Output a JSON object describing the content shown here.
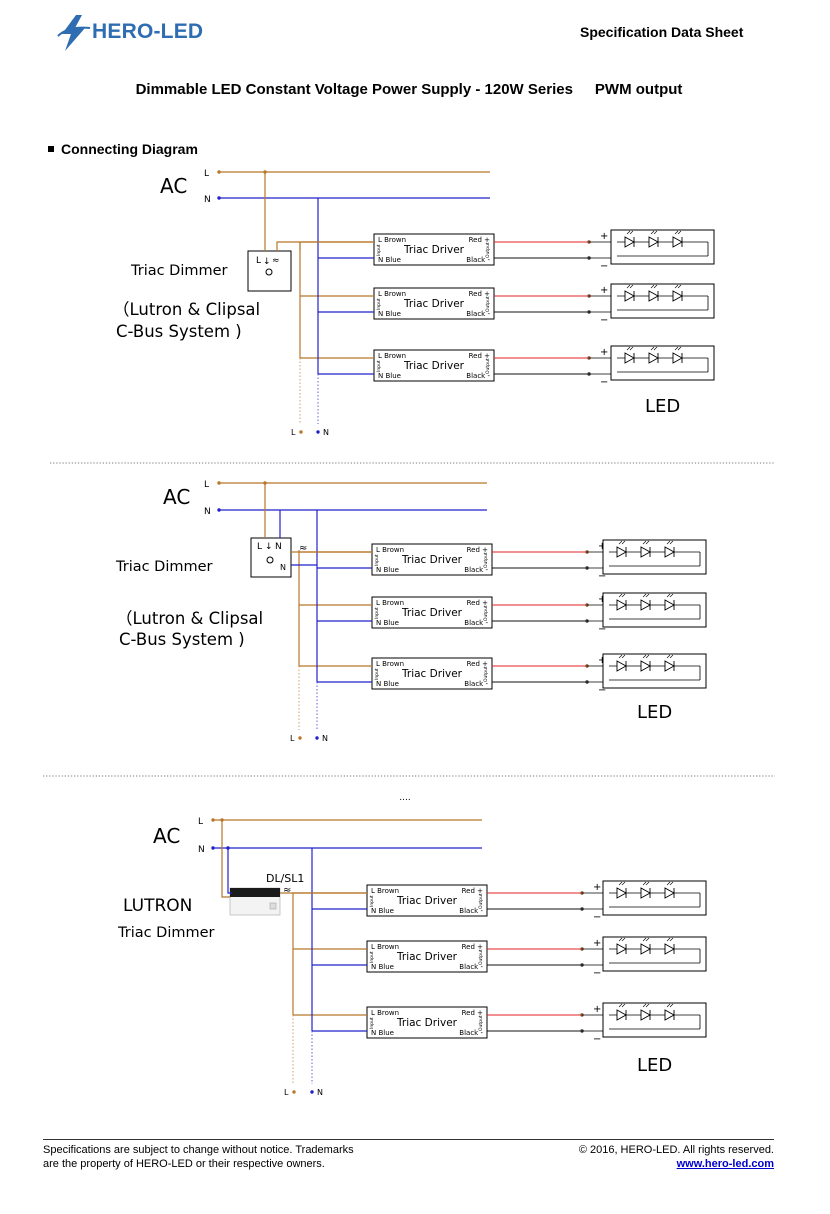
{
  "header": {
    "logo_text": "HERO-LED",
    "doc_type": "Specification Data Sheet"
  },
  "title": {
    "main": "Dimmable LED Constant Voltage Power Supply - 120W Series",
    "output": "PWM output"
  },
  "section": {
    "heading": "Connecting Diagram"
  },
  "labels": {
    "ac": "AC",
    "l": "L",
    "n": "N",
    "led": "LED",
    "triac_dimmer": "Triac Dimmer",
    "system_line1": "（Lutron & Clipsal",
    "system_line2": "C-Bus System )",
    "lutron": "LUTRON",
    "lutron_model": "DL/SL1",
    "ellipsis": "....",
    "plus": "+",
    "minus": "−"
  },
  "driver": {
    "name": "Triac Driver",
    "l_brown": "L Brown",
    "n_blue": "N Blue",
    "red_plus": "Red +",
    "black_minus": "Black -",
    "input": "Input",
    "output": "Output"
  },
  "colors": {
    "live_wire": "#b8772a",
    "neutral_wire": "#2222cc",
    "positive_wire": "#e02020",
    "negative_wire": "#111111",
    "logo": "#2f6db3",
    "link": "#0000cc"
  },
  "footer": {
    "left_line1": "Specifications are subject to change without notice. Trademarks",
    "left_line2": "are the property of HERO-LED or their respective owners.",
    "copyright": "© 2016, HERO-LED. All rights reserved.",
    "website": "www.hero-led.com"
  }
}
